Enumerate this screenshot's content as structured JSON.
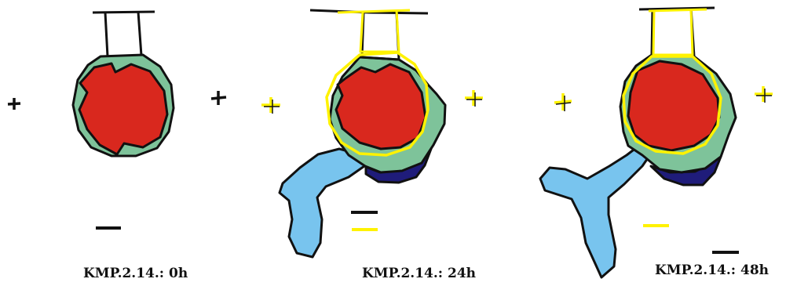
{
  "panels": [
    {
      "label": "KMP.2.14.: 0h"
    },
    {
      "label": "KMP.2.14.: 24h"
    },
    {
      "label": "KMP.2.14.: 48h"
    }
  ],
  "colors": {
    "red_region": "#d9281e",
    "green_region": "#7ec39a",
    "navy_region": "#1f1c7a",
    "blue_region": "#78c4ee",
    "yellow_marks": "#fff200",
    "black_marks": "#111111"
  },
  "symbols": {
    "positive": "+",
    "negative": "−"
  }
}
